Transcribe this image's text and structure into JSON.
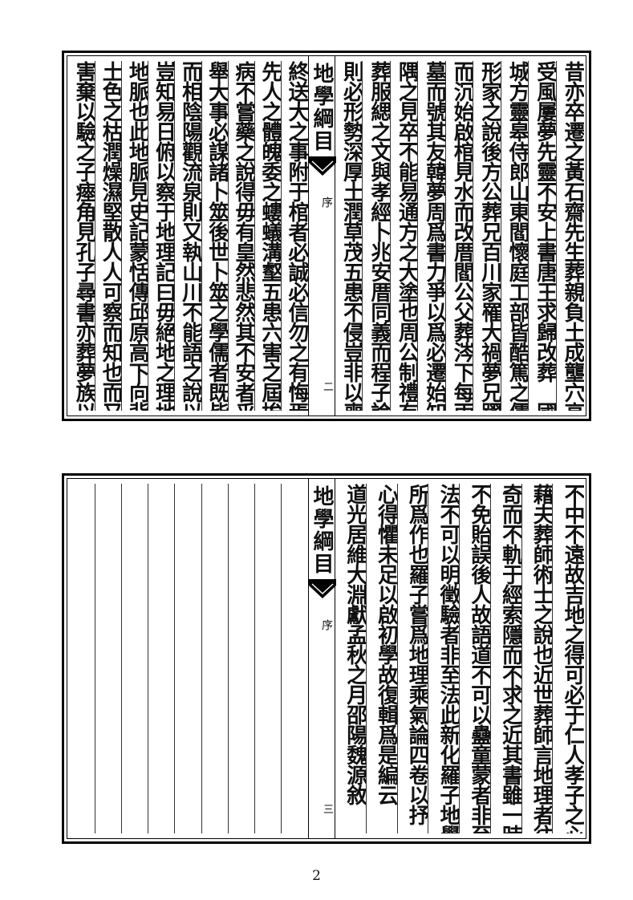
{
  "book_title": "地學綱目",
  "section": "序",
  "top_page": {
    "folio": "二",
    "columns": [
      "昔亦卒遷之黃石齋先生葬親負土成壟穴高石脊",
      "受風屢夢先靈不安上書唐王求歸改葬　國朝桐",
      "城方靈皋侍郎山東閻懷庭工部皆酷篤之儒力斥",
      "形家之說後方公葬兄百川家罹大禍夢兄躍大水",
      "而沉始啟棺見水而改厝閻公父葬涔下每雨潦繞",
      "墓而號其友韓夢周爲書力爭以爲必遷始知執一",
      "隅之見卒不能易通方之大塗也周公制禮有改",
      "葬服緦之文與孝經卜兆安厝同義而程子論葬地",
      "則必形勢深厚土潤草茂五患不侵豈非以喪禮慎",
      "終送大之事附于棺者必誠必信勿之有悔焉觀春",
      "先人之體魄委之螻蟻溝壑五患六害之屆挨諸親",
      "病不嘗藥之說得毋有皇然悲然其不安者乎古者",
      "舉大事必謀諸卜筮後世卜筮之學儒者既皆不習",
      "而相陰陽觀流泉則又執山川不能語之說以排之",
      "豈知易日俯以察于地理記曰毋絕地之理地理卽",
      "地脈也此地脈見史記蒙恬傳邱原高下向背人人可察而知也",
      "土色之枯潤燥濕堅散人人可察而知也而又瘞角",
      "害棄以驗之子瘞角見孔子尋書亦葬夢族以符之必誠求之"
    ]
  },
  "bottom_page": {
    "folio": "三",
    "columns": [
      "不中不遠故吉地之得可必于仁人孝子之心而不",
      "藉夫葬師術士之說也近世葬師言地理者往往好",
      "奇而不軌于經索隱而不求之近其書雖一時盛行",
      "不免貽誤後人故語道不可以蠱童蒙者非至道立",
      "法不可以明徵驗者非至法此新化羅子地學綱目",
      "所爲作也羅子嘗爲地理乘氣論四卷以抒一家之",
      "心得懼未足以啟初學故復輯爲是編云",
      "道光居維大淵獻孟秋之月邵陽魏源敘"
    ]
  },
  "page_number": "2"
}
